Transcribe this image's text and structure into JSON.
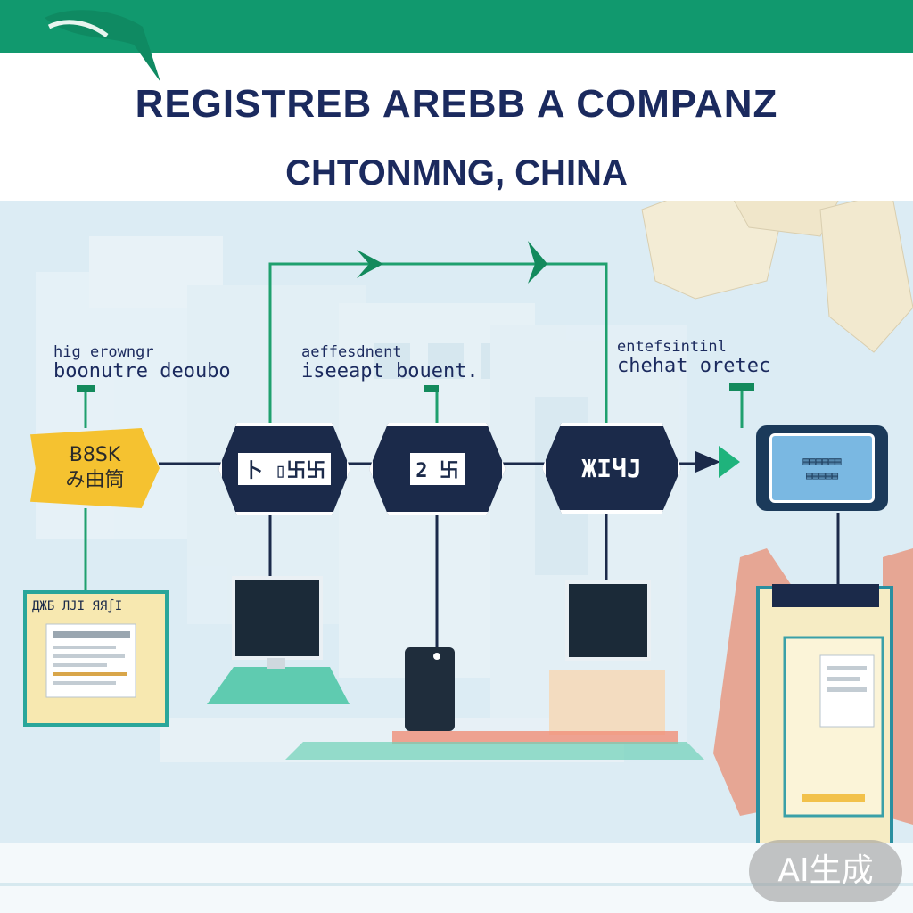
{
  "title": "REGISTREB AREBB A COMPANZ",
  "subtitle": "CHTONMNG, CHINA",
  "colors": {
    "top_band": "#11996e",
    "navy": "#1b2a4a",
    "yellow": "#f5c230",
    "green_line": "#1fa06e",
    "scene_bg": "#dcecf4"
  },
  "labels": [
    {
      "line1": "hig      erowngr",
      "line2": "boonutre deoubo"
    },
    {
      "line1": "aeffesdnent",
      "line2": "iseeapt bouent."
    },
    {
      "line1": "entefsintinl",
      "line2": "chehat oretec"
    }
  ],
  "nodes": {
    "start": {
      "line1": "Ƀ8SK",
      "line2": "み由筒"
    },
    "hex1": {
      "text": "卜 ▯卐卐"
    },
    "hex2": {
      "text": "2 卐"
    },
    "hex3": {
      "text": "ЖIЧJ"
    },
    "end": {
      "line1": "▤▤▤▤▤▤",
      "line2": "▤▤▤▤▤"
    }
  },
  "doc_card": {
    "title": "ДЖБ ЛЈΙ ЯЯ∫I"
  },
  "badge": "AI生成"
}
